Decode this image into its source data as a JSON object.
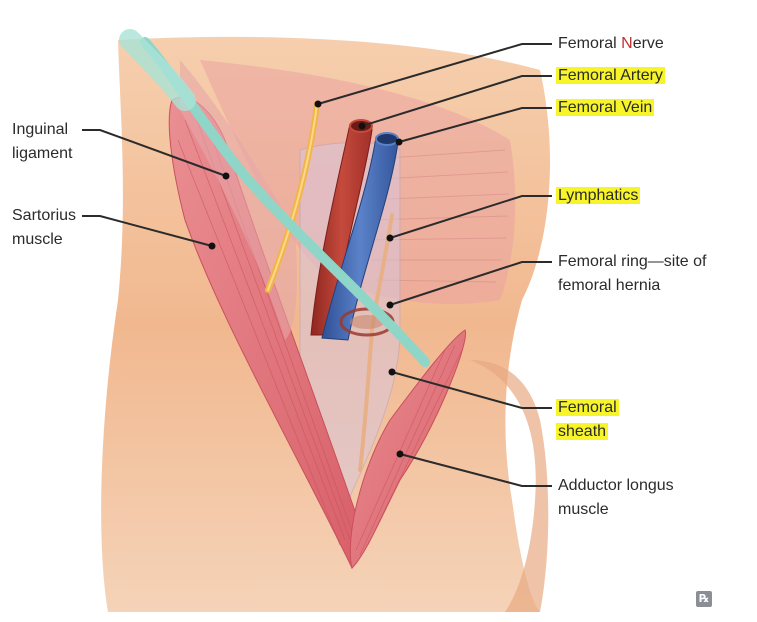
{
  "labels": {
    "femoral_nerve_pre": "Femoral ",
    "femoral_nerve_n": "N",
    "femoral_nerve_post": "erve",
    "femoral_artery": "Femoral Artery",
    "femoral_vein": "Femoral Vein",
    "lymphatics": "Lymphatics",
    "femoral_ring_1": "Femoral ring—site of",
    "femoral_ring_2": "femoral hernia",
    "inguinal_1": "Inguinal",
    "inguinal_2": "ligament",
    "sartorius_1": "Sartorius",
    "sartorius_2": "muscle",
    "sheath_1": "Femoral",
    "sheath_2": "sheath",
    "adductor_1": "Adductor longus",
    "adductor_2": "muscle"
  },
  "watermark": "℞",
  "colors": {
    "highlight": "#f7f42a",
    "skin": "#f1b88f",
    "artery": "#b4362c",
    "vein": "#3f67b5",
    "nerve": "#f2b54a",
    "ligament": "#8fd6c8",
    "muscle": "#e2727a"
  }
}
